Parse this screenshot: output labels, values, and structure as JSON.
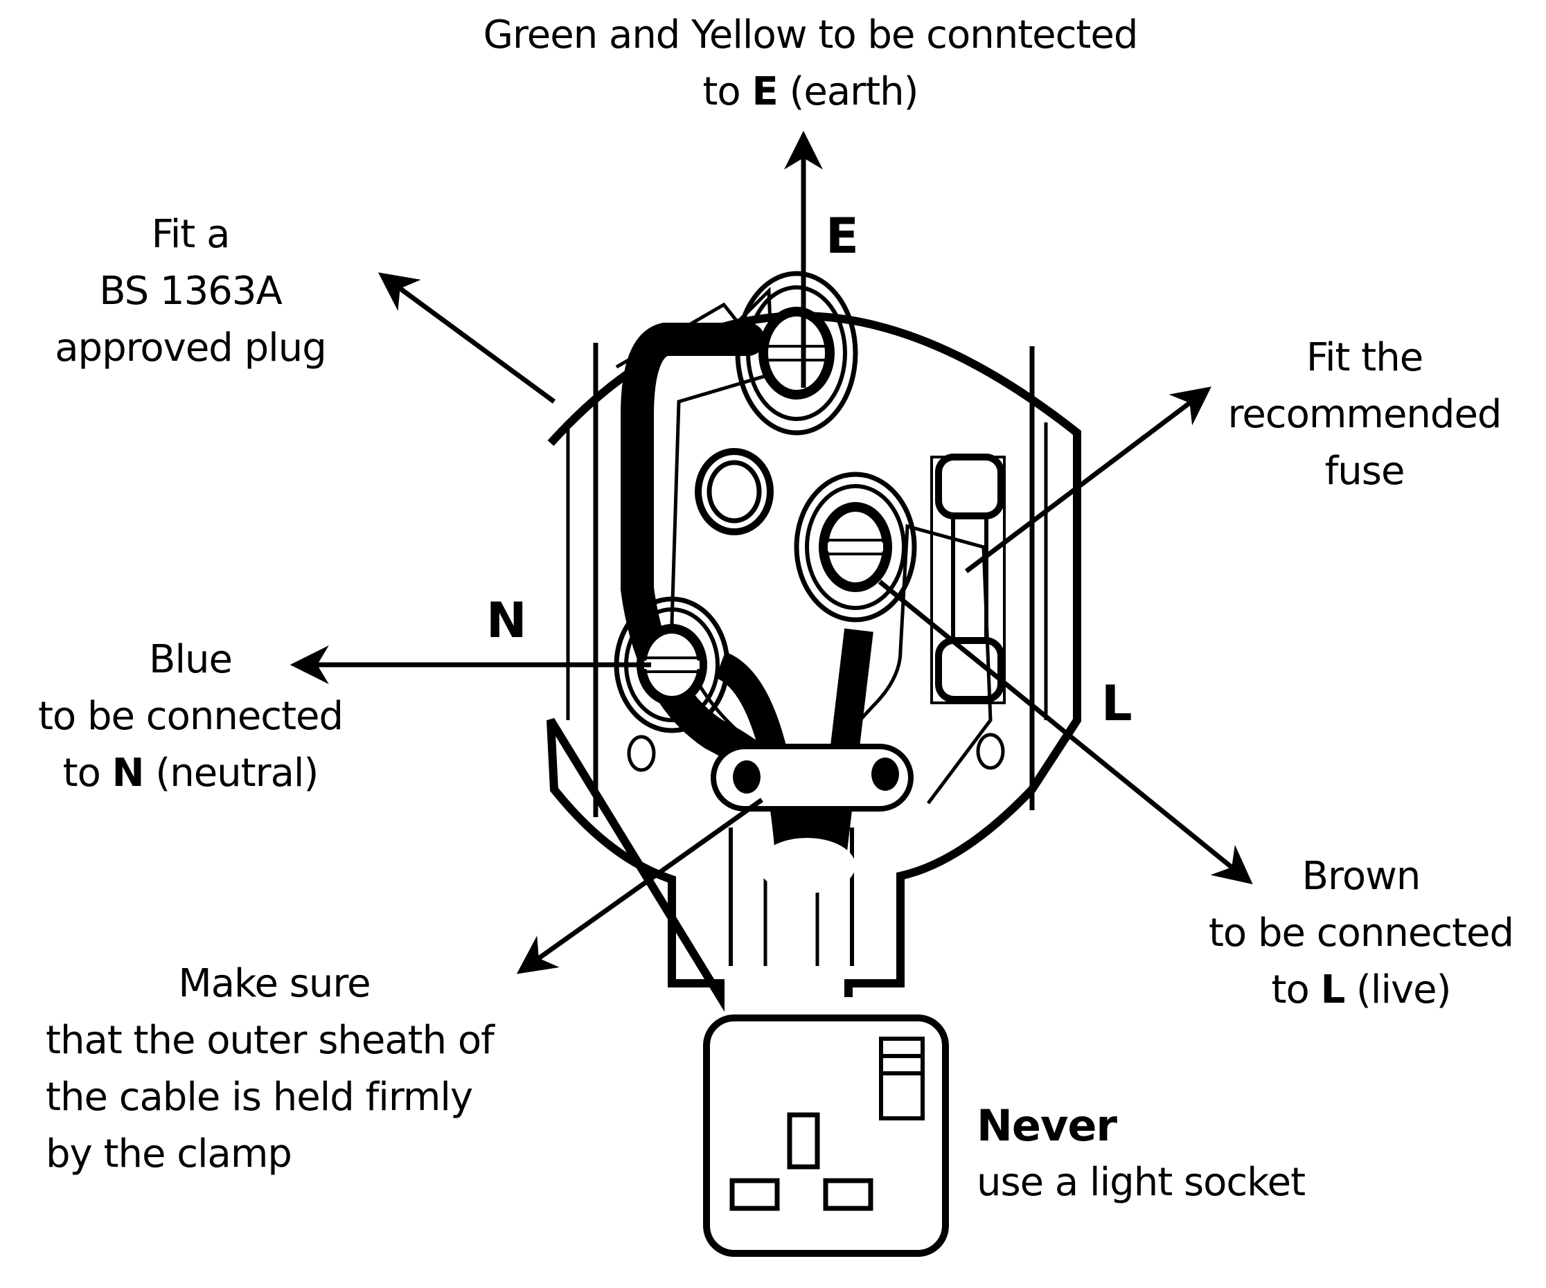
{
  "diagram": {
    "subject": "UK 3-pin plug wiring",
    "colors": {
      "ink": "#000000",
      "paper": "#ffffff"
    },
    "terminal_letters": {
      "earth": "E",
      "neutral": "N",
      "live": "L"
    },
    "callouts": {
      "earth": {
        "line1": "Green and Yellow  to be conntected",
        "line2_prefix": "to ",
        "line2_bold": "E",
        "line2_suffix": " (earth)"
      },
      "plug": {
        "line1": "Fit a",
        "line2": "BS 1363A",
        "line3": "approved plug"
      },
      "fuse": {
        "line1": "Fit the",
        "line2": "recommended",
        "line3": "fuse"
      },
      "neutral": {
        "line1": "Blue",
        "line2": "to be connected",
        "line3_prefix": "to ",
        "line3_bold": "N",
        "line3_suffix": " (neutral)"
      },
      "live": {
        "line1": "Brown",
        "line2": "to be connected",
        "line3_prefix": "to ",
        "line3_bold": "L",
        "line3_suffix": " (live)"
      },
      "clamp": {
        "line1": "Make sure",
        "line2": "that the outer sheath of",
        "line3": "the cable is held firmly",
        "line4": "by the clamp"
      },
      "socket": {
        "line1_bold": "Never",
        "line2": "use a light socket"
      }
    }
  }
}
